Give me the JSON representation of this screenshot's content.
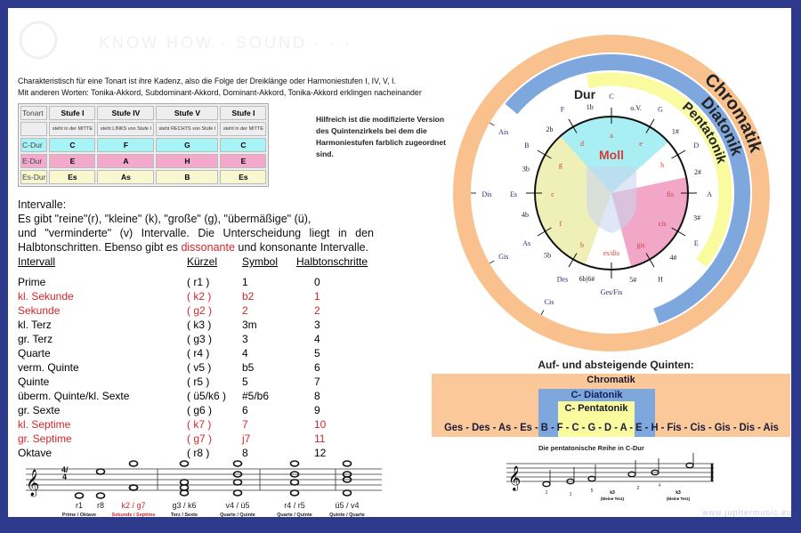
{
  "header": {
    "logo_text": "know how / sound..."
  },
  "intro": {
    "line1": "Charakteristisch für eine Tonart ist ihre Kadenz, also die Folge der Dreiklänge oder Harmoniestufen  I, IV, V, I.",
    "line2": "Mit anderen Worten: Tonika-Akkord, Subdominant-Akkord, Dominant-Akkord, Tonika-Akkord erklingen nacheinander"
  },
  "cadence_table": {
    "headers": [
      "Tonart",
      "Stufe I",
      "Stufe IV",
      "Stufe V",
      "Stufe I"
    ],
    "subheaders": [
      "",
      "steht in der MITTE",
      "steht LINKS von Stufe I",
      "steht RECHTS von Stufe I",
      "steht in der MITTE"
    ],
    "rows": [
      [
        "C-Dur",
        "C",
        "F",
        "G",
        "C"
      ],
      [
        "E-Dur",
        "E",
        "A",
        "H",
        "E"
      ],
      [
        "Es-Dur",
        "Es",
        "As",
        "B",
        "Es"
      ]
    ]
  },
  "hint": "Hilfreich ist die modifizierte Version des Quintenzirkels bei dem die Harmoniestufen farblich zugeordnet sind.",
  "intervals": {
    "title": "Intervalle:",
    "p1": "Es gibt \"reine\"(r), \"kleine\" (k), \"große\" (g), \"übermäßige\" (ü),",
    "p2": "und \"verminderte\" (v) Intervalle. Die Unterscheidung liegt in den",
    "p3a": "Halbtonschritten. Ebenso gibt es ",
    "p3b": "dissonante",
    "p3c": " und konsonante Intervalle.",
    "columns": [
      "Intervall",
      "Kürzel",
      "Symbol",
      "Halbtonschritte"
    ],
    "rows": [
      {
        "name": "Prime",
        "abbr": "( r1 )",
        "symbol": "1",
        "steps": "0",
        "red": false
      },
      {
        "name": "kl. Sekunde",
        "abbr": "( k2 )",
        "symbol": "b2",
        "steps": "1",
        "red": true
      },
      {
        "name": "Sekunde",
        "abbr": "( g2 )",
        "symbol": "2",
        "steps": "2",
        "red": true
      },
      {
        "name": "kl. Terz",
        "abbr": "( k3 )",
        "symbol": "3m",
        "steps": "3",
        "red": false
      },
      {
        "name": "gr. Terz",
        "abbr": "( g3 )",
        "symbol": "3",
        "steps": "4",
        "red": false
      },
      {
        "name": "Quarte",
        "abbr": "( r4 )",
        "symbol": "4",
        "steps": "5",
        "red": false
      },
      {
        "name": "verm. Quinte",
        "abbr": "( v5 )",
        "symbol": "b5",
        "steps": "6",
        "red": false
      },
      {
        "name": "Quinte",
        "abbr": "( r5 )",
        "symbol": "5",
        "steps": "7",
        "red": false
      },
      {
        "name": "überm. Quinte/kl. Sexte",
        "abbr": "( ü5/k6 )",
        "symbol": "#5/b6",
        "steps": "8",
        "red": false
      },
      {
        "name": "gr. Sexte",
        "abbr": "( g6 )",
        "symbol": "6",
        "steps": "9",
        "red": false
      },
      {
        "name": "kl. Septime",
        "abbr": "( k7 )",
        "symbol": "7",
        "steps": "10",
        "red": true
      },
      {
        "name": "gr. Septime",
        "abbr": "( g7 )",
        "symbol": "j7",
        "steps": "11",
        "red": true
      },
      {
        "name": "Oktave",
        "abbr": "( r8 )",
        "symbol": "8",
        "steps": "12",
        "red": false
      }
    ]
  },
  "staff_left": {
    "time_sig": "4/4",
    "labels": [
      {
        "code": "r1",
        "desc": "Prime / Oktave",
        "red": false
      },
      {
        "code": "r8",
        "desc": "",
        "red": false
      },
      {
        "code": "k2 / g7",
        "desc": "Sekunde / Septime",
        "red": true
      },
      {
        "code": "g3 / k6",
        "desc": "Terz / Sexte",
        "red": false
      },
      {
        "code": "v4 / ü5",
        "desc": "Quarte / Quinte",
        "red": false
      },
      {
        "code": "r4 / r5",
        "desc": "Quarte / Quinte",
        "red": false
      },
      {
        "code": "ü5 / v4",
        "desc": "Quinte / Quarte",
        "red": false
      }
    ]
  },
  "circle": {
    "rings": {
      "chromatic": "Chromatik",
      "diatonic": "Diatonik",
      "pentatonic": "Pentatonik"
    },
    "dur": "Dur",
    "moll": "Moll",
    "major": [
      "C",
      "G",
      "D",
      "A",
      "E",
      "H",
      "Ges/Fis",
      "Des",
      "As",
      "Es",
      "B",
      "F"
    ],
    "signatures": [
      "o.V.",
      "1#",
      "2#",
      "3#",
      "4#",
      "5#",
      "6b|6#",
      "5b",
      "4b",
      "3b",
      "2b",
      "1b"
    ],
    "minor": [
      "a",
      "e",
      "h",
      "fis",
      "cis",
      "gis",
      "es/dis",
      "b",
      "f",
      "c",
      "g",
      "d"
    ],
    "chromatic_outer": [
      "Cis",
      "Gis",
      "Dis",
      "Ais"
    ],
    "colors": {
      "chromatic": "#f9c18e",
      "diatonic": "#7ea7de",
      "pentatonic": "#fafa9e",
      "tonic": "#a8eef2",
      "dominant": "#f2a6c8",
      "subdominant": "#eef0b8",
      "minor_text": "#d2403a",
      "major_text": "#2a2a66"
    }
  },
  "quinten": {
    "title": "Auf- und absteigende Quinten:",
    "chromatic": "Chromatik",
    "diatonic": "C- Diatonik",
    "pentatonic": "C- Pentatonik",
    "sequence": "Ges - Des - As - Es - B - F - C - G - D - A - E - H - Fis - Cis - Gis - Dis - Ais"
  },
  "staff_right": {
    "title": "Die pentatonische Reihe in C-Dur",
    "degrees": [
      "1",
      "3",
      "5",
      "2",
      "4"
    ],
    "k3_label": "k3",
    "k3_note": "(kleine Terz)"
  },
  "watermark": "www.jupitermusic.eu"
}
